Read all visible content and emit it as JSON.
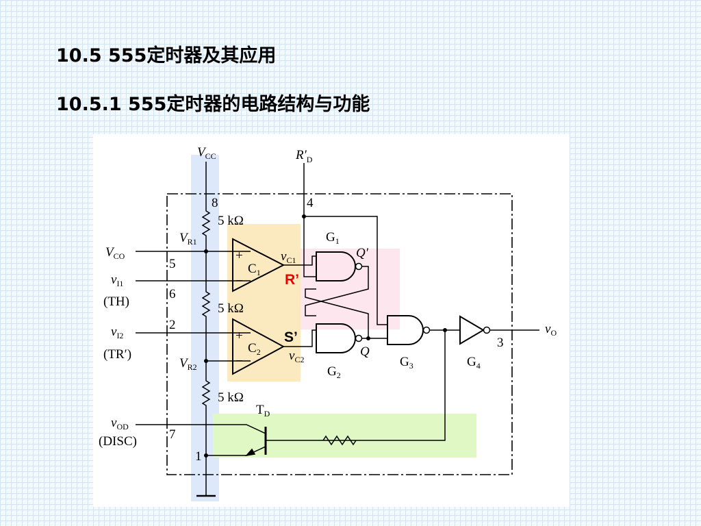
{
  "headings": {
    "section": "10.5  555定时器及其应用",
    "subsection": "10.5.1  555定时器的电路结构与功能"
  },
  "diagram": {
    "supply": {
      "main": "V",
      "sub": "CC"
    },
    "reset": {
      "main": "R′",
      "sub": "D"
    },
    "pins": {
      "p8": "8",
      "p4": "4",
      "p5": "5",
      "p6": "6",
      "p2": "2",
      "p7": "7",
      "p1": "1",
      "p3": "3"
    },
    "resistors": {
      "r1": "5 kΩ",
      "r2": "5 kΩ",
      "r3": "5 kΩ"
    },
    "references": {
      "vr1": {
        "main": "V",
        "sub": "R1"
      },
      "vr2": {
        "main": "V",
        "sub": "R2"
      }
    },
    "inputs": {
      "vco": {
        "main": "V",
        "sub": "CO"
      },
      "vi1": {
        "main": "v",
        "sub": "I1",
        "alias": "(TH)"
      },
      "vi2": {
        "main": "v",
        "sub": "I2",
        "alias": "(TR′)"
      },
      "vod": {
        "main": "v",
        "sub": "OD",
        "alias": "(DISC)"
      }
    },
    "comparators": {
      "c1": {
        "main": "C",
        "sub": "1",
        "plus": "+",
        "minus": "−"
      },
      "c2": {
        "main": "C",
        "sub": "2",
        "plus": "+",
        "minus": "−"
      }
    },
    "signals": {
      "vc1": {
        "main": "v",
        "sub": "C1"
      },
      "vc2": {
        "main": "v",
        "sub": "C2"
      }
    },
    "gates": {
      "g1": {
        "main": "G",
        "sub": "1"
      },
      "g2": {
        "main": "G",
        "sub": "2"
      },
      "g3": {
        "main": "G",
        "sub": "3"
      },
      "g4": {
        "main": "G",
        "sub": "4"
      }
    },
    "latch_outputs": {
      "q_prime": "Q′",
      "q": "Q"
    },
    "transistor": {
      "main": "T",
      "sub": "D"
    },
    "output": {
      "main": "v",
      "sub": "O"
    },
    "annotations": {
      "r_prime": "R’",
      "s_prime": "S’"
    }
  },
  "colors": {
    "reference_highlight": "#dde9fa",
    "comparator_highlight": "#fbeac0",
    "latch_highlight": "#fde6ee",
    "discharge_highlight": "#e0f9c4",
    "annotation_red": "#ee0000"
  }
}
